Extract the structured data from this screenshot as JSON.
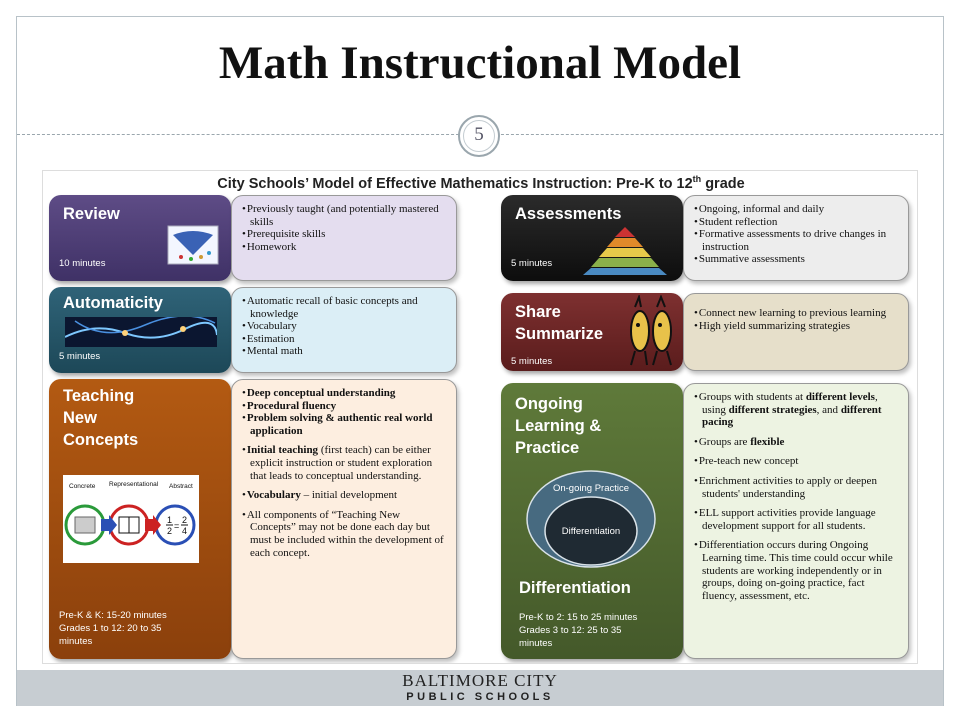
{
  "slide": {
    "title": "Math Instructional Model",
    "page_number": "5"
  },
  "figure": {
    "title": "City Schools’ Model of Effective Mathematics Instruction: Pre-K to 12",
    "title_sup": "th",
    "title_tail": " grade",
    "review": {
      "name": "Review",
      "minutes": "10 minutes",
      "items": [
        "Previously taught (and potentially mastered skills",
        "Prerequisite skills",
        "Homework"
      ]
    },
    "automaticity": {
      "name": "Automaticity",
      "minutes": "5 minutes",
      "items": [
        "Automatic recall of basic concepts and knowledge",
        "Vocabulary",
        "Estimation",
        "Mental math"
      ]
    },
    "teaching": {
      "name": "Teaching\nNew\nConcepts",
      "minutes": "Pre-K & K: 15-20 minutes\nGrades 1 to 12: 20 to 35\n                        minutes",
      "diagram_labels": [
        "Concrete",
        "Representational",
        "Abstract"
      ],
      "fraction": {
        "a_num": "1",
        "a_den": "2",
        "eq": "=",
        "b_num": "2",
        "b_den": "4"
      },
      "items": {
        "i1": "Deep conceptual understanding",
        "i2": "Procedural fluency",
        "i3": "Problem solving & authentic real world application",
        "i4_bold": "Initial teaching",
        "i4_rest": " (first teach) can be either explicit instruction or student exploration that leads to conceptual understanding.",
        "i5_bold": "Vocabulary",
        "i5_rest": " – initial development",
        "i6": "All components of “Teaching New Concepts” may not be done each day but must be included within the development of each concept."
      }
    },
    "assessments": {
      "name": "Assessments",
      "minutes": "5 minutes",
      "items": [
        "Ongoing, informal and daily",
        "Student reflection",
        "Formative assessments to drive changes in instruction",
        "Summative assessments"
      ]
    },
    "share": {
      "name": "Share\nSummarize",
      "minutes": "5 minutes",
      "items": [
        "Connect new learning to previous learning",
        "High yield summarizing strategies"
      ]
    },
    "ongoing": {
      "name": "Ongoing\nLearning &\nPractice",
      "outer_label": "On-going Practice",
      "inner_label": "Differentiation",
      "diff_heading": "Differentiation",
      "minutes": "Pre-K to 2:  15 to 25 minutes\nGrades 3 to 12:   25 to 35\n                          minutes",
      "items": {
        "g1a": "Groups with students at ",
        "g1b": "different levels",
        "g1c": ", using ",
        "g1d": "different strategies",
        "g1e": ", and ",
        "g1f": "different pacing",
        "g2a": "Groups are ",
        "g2b": "flexible",
        "g3": "Pre-teach new concept",
        "g4": "Enrichment activities to apply or deepen students' understanding",
        "g5": "ELL support activities provide language development support for all students.",
        "g6": "Differentiation occurs during Ongoing Learning time. This time could occur while students are working independently or in groups, doing on-going practice, fact fluency, assessment, etc."
      }
    }
  },
  "footer": {
    "logo_line1": "BALTIMORE CITY",
    "logo_line2": "PUBLIC SCHOOLS"
  },
  "colors": {
    "review": "#4f3f78",
    "automaticity": "#26566a",
    "teaching": "#a04d10",
    "assessments": "#1c1c1c",
    "share": "#6d2626",
    "ongoing": "#52693a"
  }
}
